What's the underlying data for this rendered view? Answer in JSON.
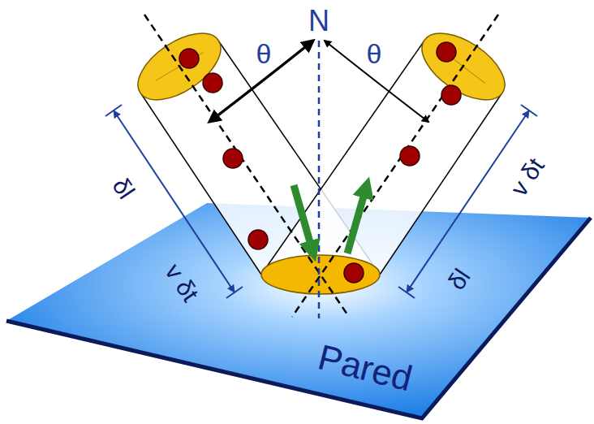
{
  "diagram": {
    "nodes": [
      {
        "text": [
          "Pared"
        ]
      }
    ],
    "labels": [
      "N",
      "θ",
      "θ",
      "δl",
      "v δt",
      "v δt",
      "δl"
    ]
  }
}
